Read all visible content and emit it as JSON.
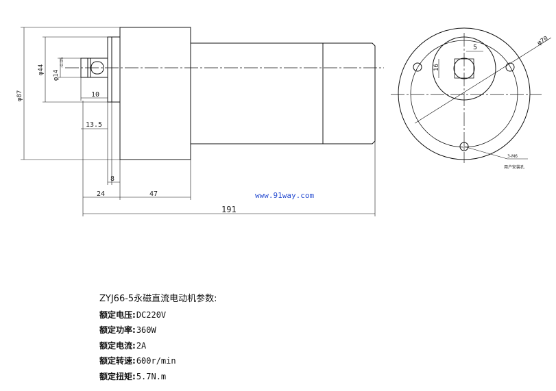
{
  "drawing": {
    "dims": {
      "d87": "φ87",
      "d44": "φ44",
      "d14": "φ14",
      "d14_tol": "-0.05",
      "d10": "10",
      "d135": "13.5",
      "d8": "8",
      "d24": "24",
      "d47": "47",
      "d191": "191",
      "key_w": "5",
      "key_h": "16",
      "pcd": "φ70",
      "holes": "3-M6",
      "holes_note": "用户安装孔"
    },
    "watermark": "www.91way.com"
  },
  "specs": {
    "title": "ZYJ66-5永磁直流电动机参数:",
    "rows": [
      {
        "label": "额定电压:",
        "value": "DC220V"
      },
      {
        "label": "额定功率:",
        "value": "360W"
      },
      {
        "label": "额定电流:",
        "value": "2A"
      },
      {
        "label": "额定转速:",
        "value": "600r/min"
      },
      {
        "label": "额定扭矩:",
        "value": "5.7N.m"
      }
    ]
  }
}
